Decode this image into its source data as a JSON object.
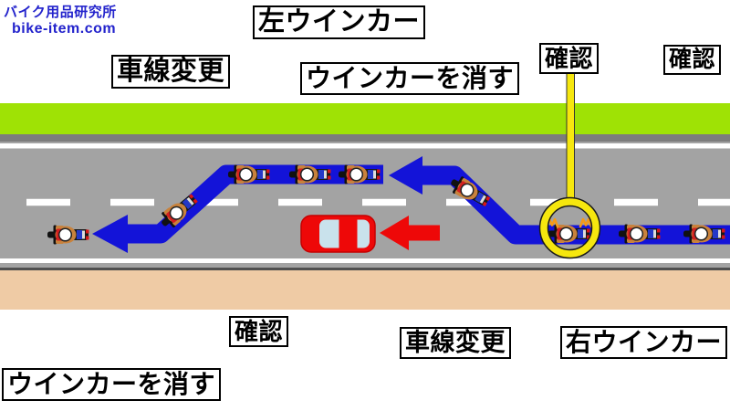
{
  "brand": {
    "name": "バイク用品研究所",
    "url": "bike-item.com"
  },
  "labels": {
    "lane_change_top": "車線変更",
    "left_signal": "左ウインカー",
    "signal_off_top": "ウインカーを消す",
    "check_top_left": "確認",
    "check_top_right": "確認",
    "check_bottom": "確認",
    "lane_change_bottom": "車線変更",
    "right_signal": "右ウインカー",
    "signal_off_bottom": "ウインカーを消す"
  },
  "icons": {
    "motorcycle": "motorcycle-top-view",
    "car": "red-car-top-view",
    "path_arrows": "blue-route-arrows",
    "car_direction": "red-left-arrow",
    "highlight": "yellow-circle-callout",
    "turn_signal": "orange-blinker-flash"
  },
  "colors": {
    "path_blue": "#1313D8",
    "vehicle_red": "#EE0808",
    "glass_blue": "#C9E2EC",
    "highlight_yellow": "#F6E70E",
    "grass_green": "#9FE205",
    "road_gray": "#A3A3A3",
    "road_edge_dark": "#7C7C7C",
    "shoulder_tan": "#EFCBA5",
    "brand_blue": "#2323CC",
    "signal_orange": "#F59A18"
  }
}
